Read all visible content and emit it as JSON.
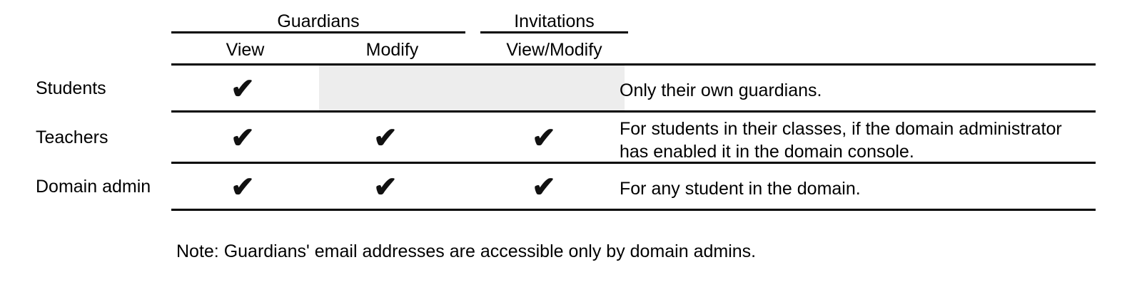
{
  "table": {
    "group_headers": [
      {
        "label": "Guardians"
      },
      {
        "label": "Invitations"
      }
    ],
    "column_headers": [
      {
        "label": "View"
      },
      {
        "label": "Modify"
      },
      {
        "label": "View/Modify"
      }
    ],
    "check_glyph": "✔",
    "shade_color": "#ededed",
    "rule_color": "#000000",
    "rows": [
      {
        "label": "Students",
        "guardians_view": "✔",
        "guardians_modify": "",
        "invitations_view_modify": "",
        "shaded": true,
        "note_lines": [
          "Only their own guardians."
        ]
      },
      {
        "label": "Teachers",
        "guardians_view": "✔",
        "guardians_modify": "✔",
        "invitations_view_modify": "✔",
        "shaded": false,
        "note_lines": [
          "For students in their classes, if the domain administrator",
          "has enabled it in the domain console."
        ]
      },
      {
        "label": "Domain admin",
        "guardians_view": "✔",
        "guardians_modify": "✔",
        "invitations_view_modify": "✔",
        "shaded": false,
        "note_lines": [
          "For any student in the domain."
        ]
      }
    ]
  },
  "footnote": {
    "text": "Note: Guardians' email addresses are accessible only by domain admins."
  }
}
